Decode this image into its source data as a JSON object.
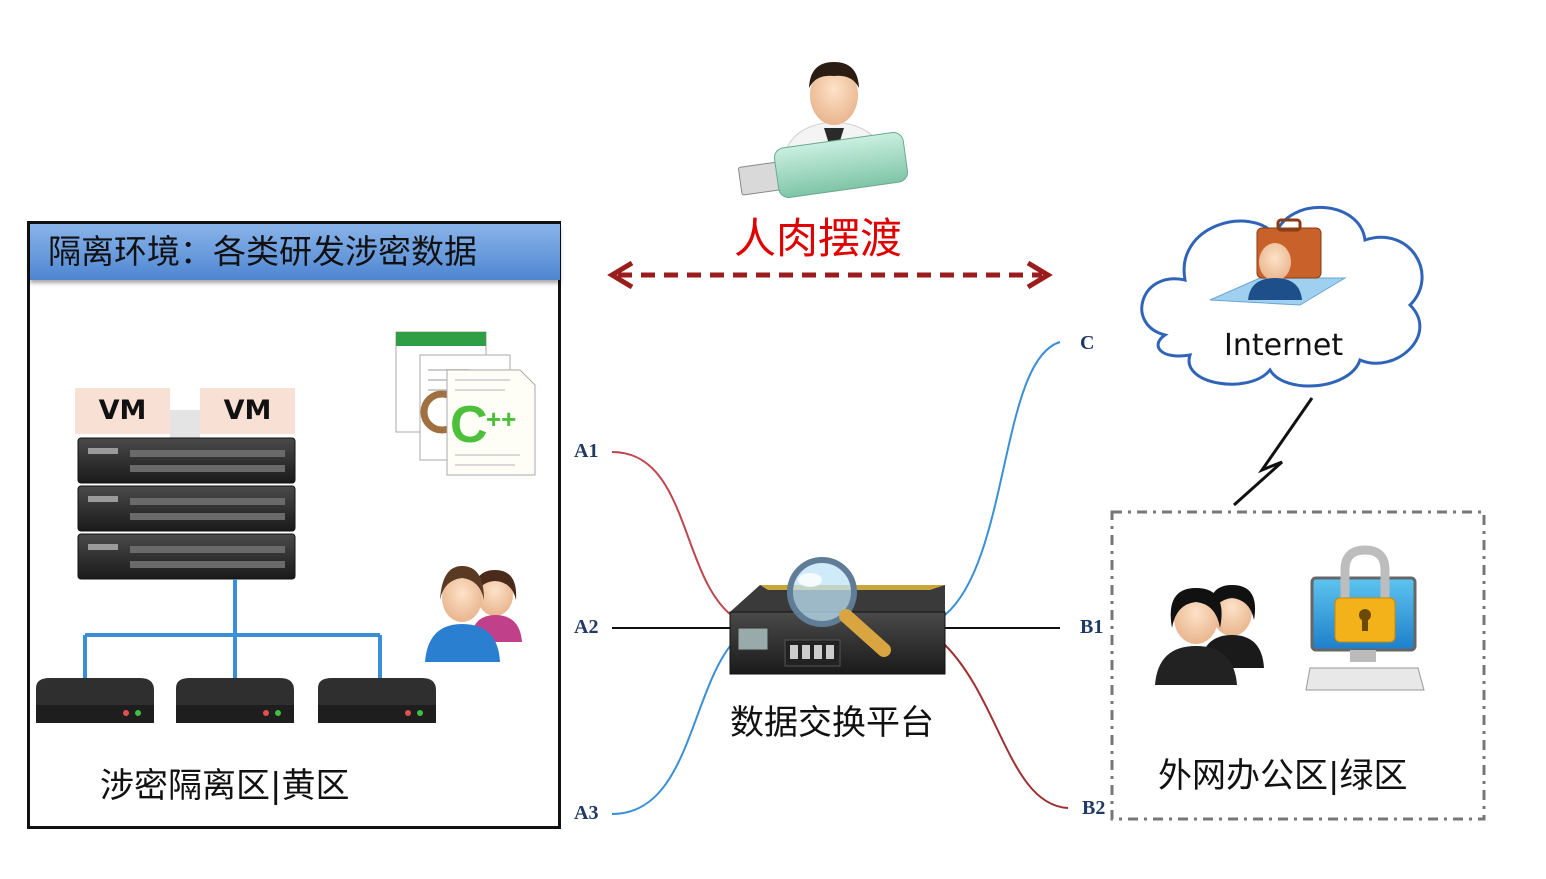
{
  "isolated_zone": {
    "header": "隔离环境：各类研发涉密数据",
    "vm_labels": [
      "VM",
      "VM"
    ],
    "footer": "涉密隔离区|黄区"
  },
  "manual_transfer": {
    "label": "人肉摆渡",
    "color": "#e00000",
    "arrow_color": "#9b1c1c"
  },
  "exchange_platform": {
    "label": "数据交换平台"
  },
  "ports_left": [
    "A1",
    "A2",
    "A3"
  ],
  "ports_right": [
    "C",
    "B1",
    "B2"
  ],
  "internet": {
    "label": "Internet",
    "cloud_color": "#2f64b8"
  },
  "office_zone": {
    "label": "外网办公区|绿区"
  },
  "colors": {
    "red_line": "#c0464e",
    "blue_line": "#3a8fd8",
    "dark_red_line": "#a03030",
    "header_blue": "#5b8fd8"
  }
}
